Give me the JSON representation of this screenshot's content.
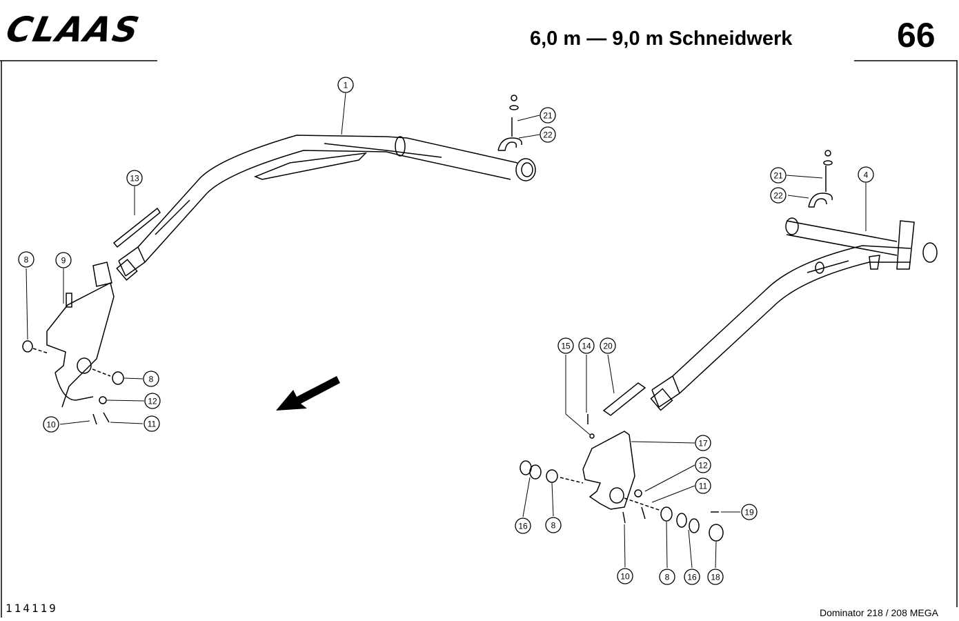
{
  "header": {
    "brand": "CLAAS",
    "title": "6,0 m — 9,0 m Schneidwerk",
    "page_number": "66"
  },
  "footer": {
    "document_number": "114119",
    "model": "Dominator 218 / 208 MEGA"
  },
  "callouts": [
    {
      "label": "1"
    },
    {
      "label": "21"
    },
    {
      "label": "22"
    },
    {
      "label": "13"
    },
    {
      "label": "8"
    },
    {
      "label": "9"
    },
    {
      "label": "8"
    },
    {
      "label": "12"
    },
    {
      "label": "10"
    },
    {
      "label": "11"
    },
    {
      "label": "21"
    },
    {
      "label": "22"
    },
    {
      "label": "4"
    },
    {
      "label": "15"
    },
    {
      "label": "14"
    },
    {
      "label": "20"
    },
    {
      "label": "17"
    },
    {
      "label": "12"
    },
    {
      "label": "11"
    },
    {
      "label": "19"
    },
    {
      "label": "16"
    },
    {
      "label": "8"
    },
    {
      "label": "10"
    },
    {
      "label": "8"
    },
    {
      "label": "16"
    },
    {
      "label": "18"
    }
  ]
}
